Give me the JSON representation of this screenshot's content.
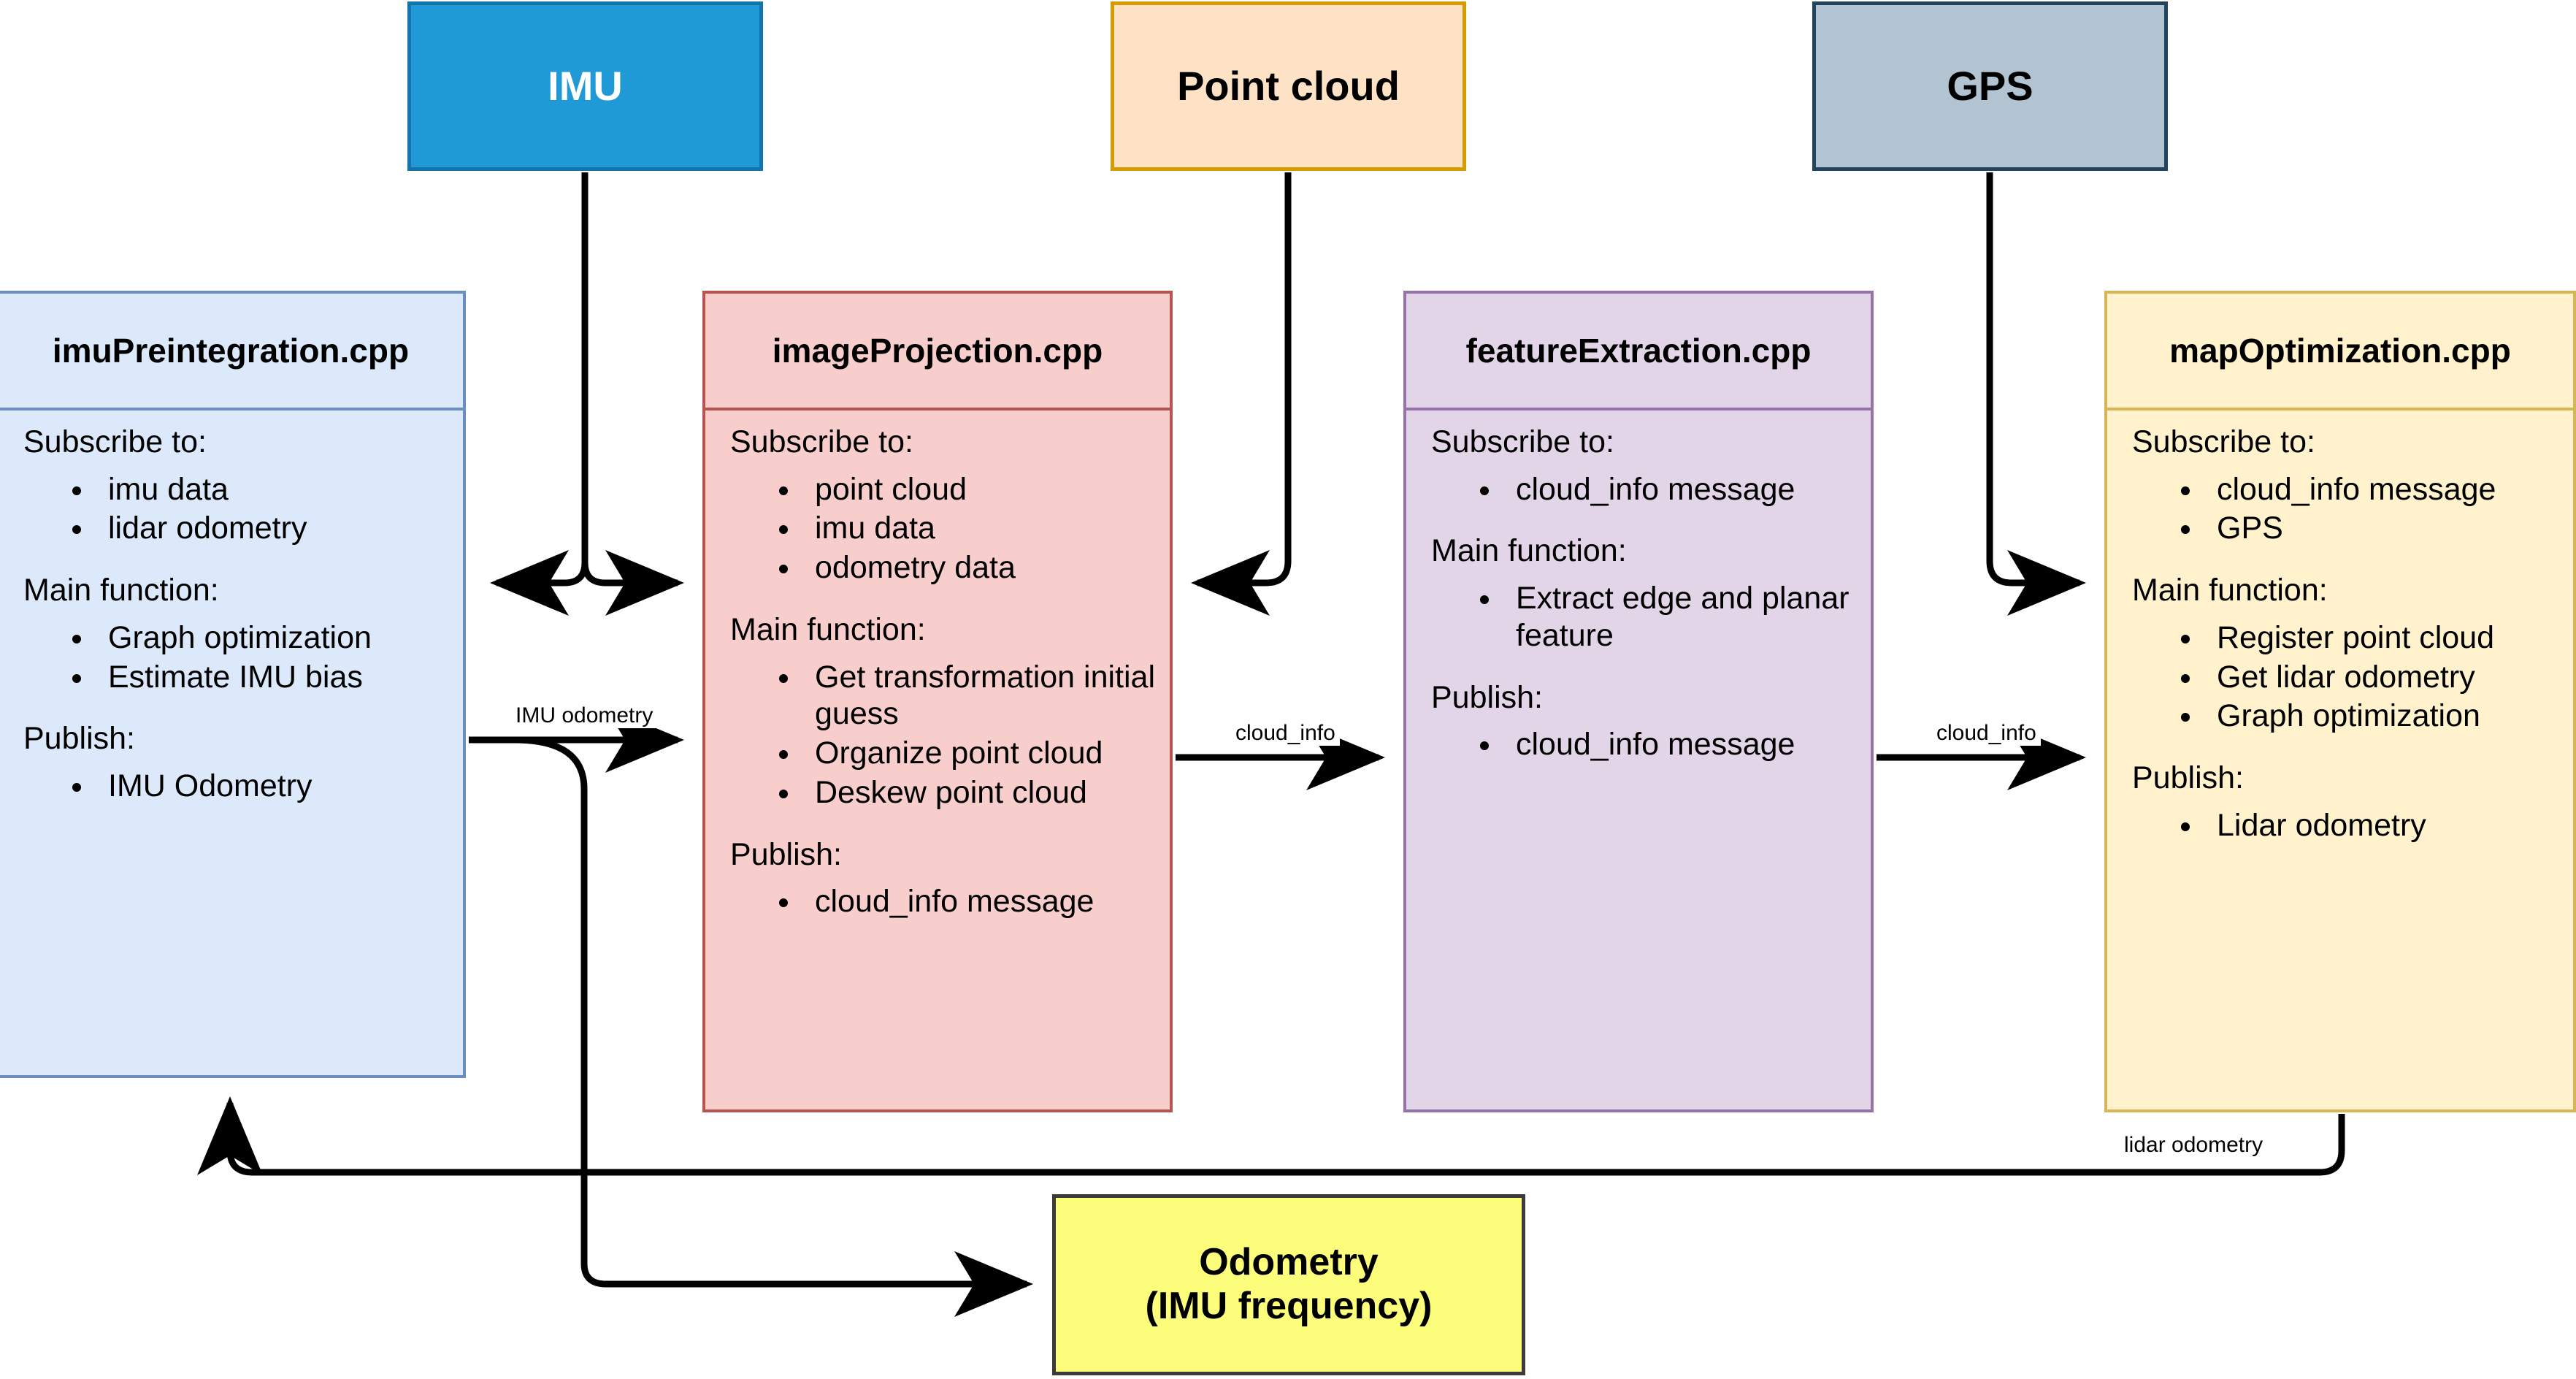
{
  "sources": {
    "imu": {
      "label": "IMU",
      "fill": "#1f9ad6",
      "stroke": "#1274a8",
      "text_color": "#ffffff"
    },
    "point_cloud": {
      "label": "Point cloud",
      "fill": "#fde2c6",
      "stroke": "#d79b00",
      "text_color": "#000000"
    },
    "gps": {
      "label": "GPS",
      "fill": "#b2c3d1",
      "stroke": "#23445d",
      "text_color": "#000000"
    }
  },
  "nodes": [
    {
      "id": "imuPreintegration",
      "title": "imuPreintegration.cpp",
      "fill": "#dce9fa",
      "stroke": "#6c8ebf",
      "sections": [
        {
          "heading": "Subscribe to:",
          "items": [
            "imu data",
            "lidar odometry"
          ]
        },
        {
          "heading": "Main function:",
          "items": [
            "Graph optimization",
            "Estimate IMU bias"
          ]
        },
        {
          "heading": "Publish:",
          "items": [
            "IMU Odometry"
          ]
        }
      ]
    },
    {
      "id": "imageProjection",
      "title": "imageProjection.cpp",
      "fill": "#f8cecc",
      "stroke": "#b85450",
      "sections": [
        {
          "heading": "Subscribe to:",
          "items": [
            "point cloud",
            "imu data",
            "odometry data"
          ]
        },
        {
          "heading": "Main function:",
          "items": [
            "Get transformation initial guess",
            "Organize point cloud",
            "Deskew point cloud"
          ]
        },
        {
          "heading": "Publish:",
          "items": [
            "cloud_info message"
          ]
        }
      ]
    },
    {
      "id": "featureExtraction",
      "title": "featureExtraction.cpp",
      "fill": "#e1d5e7",
      "stroke": "#9673a6",
      "sections": [
        {
          "heading": "Subscribe to:",
          "items": [
            "cloud_info message"
          ]
        },
        {
          "heading": "Main function:",
          "items": [
            "Extract edge and planar feature"
          ]
        },
        {
          "heading": "Publish:",
          "items": [
            "cloud_info message"
          ]
        }
      ]
    },
    {
      "id": "mapOptimization",
      "title": "mapOptimization.cpp",
      "fill": "#fff2cc",
      "stroke": "#d6b656",
      "sections": [
        {
          "heading": "Subscribe to:",
          "items": [
            "cloud_info message",
            "GPS"
          ]
        },
        {
          "heading": "Main function:",
          "items": [
            "Register point cloud",
            "Get lidar odometry",
            "Graph optimization"
          ]
        },
        {
          "heading": "Publish:",
          "items": [
            "Lidar odometry"
          ]
        }
      ]
    }
  ],
  "sink": {
    "line1": "Odometry",
    "line2": "(IMU frequency)",
    "fill": "#fdfd7c",
    "stroke": "#3b3b3b"
  },
  "edge_labels": {
    "imu_odometry": "IMU odometry",
    "cloud_info_1": "cloud_info",
    "cloud_info_2": "cloud_info",
    "lidar_odometry": "lidar odometry"
  },
  "edge_color": "#000000"
}
